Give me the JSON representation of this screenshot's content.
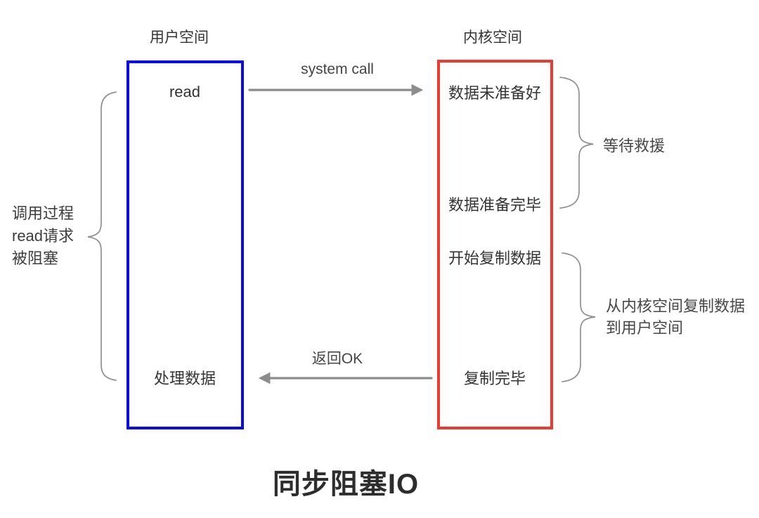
{
  "diagram": {
    "title": "同步阻塞IO",
    "colors": {
      "user_box_border": "#0a0af0",
      "kernel_box_border": "#ee392c",
      "arrow": "#8c8c8c",
      "brace": "#8f8f8f",
      "text_dark": "#333333",
      "text_gray": "#474747"
    },
    "user_space": {
      "label": "用户空间",
      "steps": [
        "read",
        "处理数据"
      ]
    },
    "kernel_space": {
      "label": "内核空间",
      "steps": [
        "数据未准备好",
        "数据准备完毕",
        "开始复制数据",
        "复制完毕"
      ]
    },
    "arrows": {
      "system_call_label": "system call",
      "return_label": "返回OK"
    },
    "annotations": {
      "blocked": {
        "lines": [
          "调用过程",
          "read请求",
          "被阻塞"
        ]
      },
      "waiting_label": "等待救援",
      "copy": {
        "lines": [
          "从内核空间复制数据",
          "到用户空间"
        ]
      }
    }
  }
}
